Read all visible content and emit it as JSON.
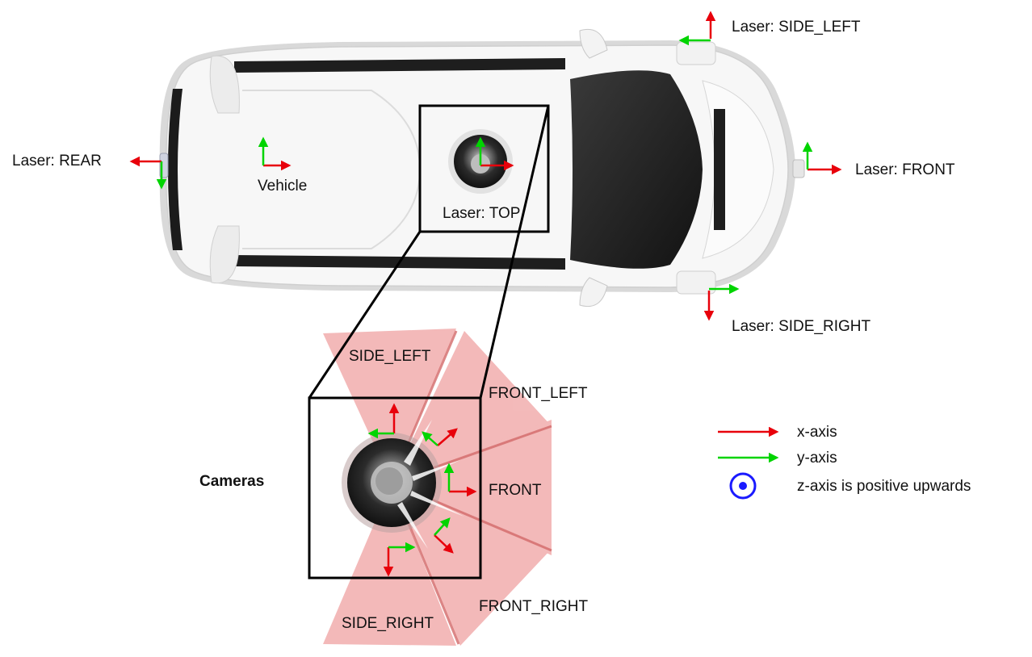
{
  "labels": {
    "laser_side_left": "Laser: SIDE_LEFT",
    "laser_rear": "Laser: REAR",
    "laser_front": "Laser: FRONT",
    "laser_top": "Laser: TOP",
    "laser_side_right": "Laser: SIDE_RIGHT",
    "vehicle": "Vehicle",
    "cameras": "Cameras",
    "cam_side_left": "SIDE_LEFT",
    "cam_front_left": "FRONT_LEFT",
    "cam_front": "FRONT",
    "cam_front_right": "FRONT_RIGHT",
    "cam_side_right": "SIDE_RIGHT"
  },
  "legend": {
    "x_axis": "x-axis",
    "y_axis": "y-axis",
    "z_axis": "z-axis is positive upwards"
  },
  "colors": {
    "x_axis": "#e8000b",
    "y_axis": "#00d400",
    "z_axis": "#1a1aff",
    "camera_fov": "#ec8f8f",
    "box": "#000000"
  },
  "icons": {
    "vehicle": "car-top-view-icon",
    "lidar": "lidar-sensor-icon",
    "z_axis": "circle-dot-icon"
  }
}
